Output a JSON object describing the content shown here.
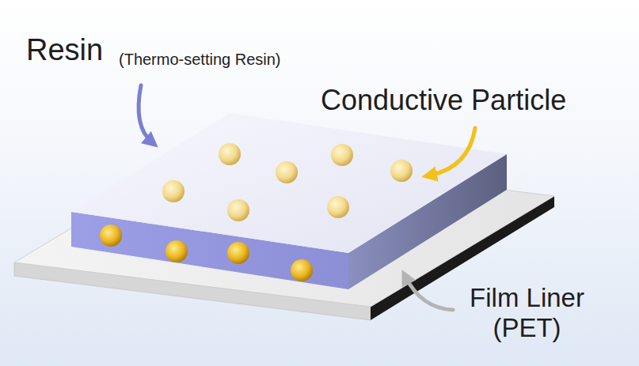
{
  "diagram": {
    "labels": [
      "Resin",
      "(Thermo-setting Resin)",
      "Conductive Particle",
      "Film Liner (PET)"
    ]
  }
}
